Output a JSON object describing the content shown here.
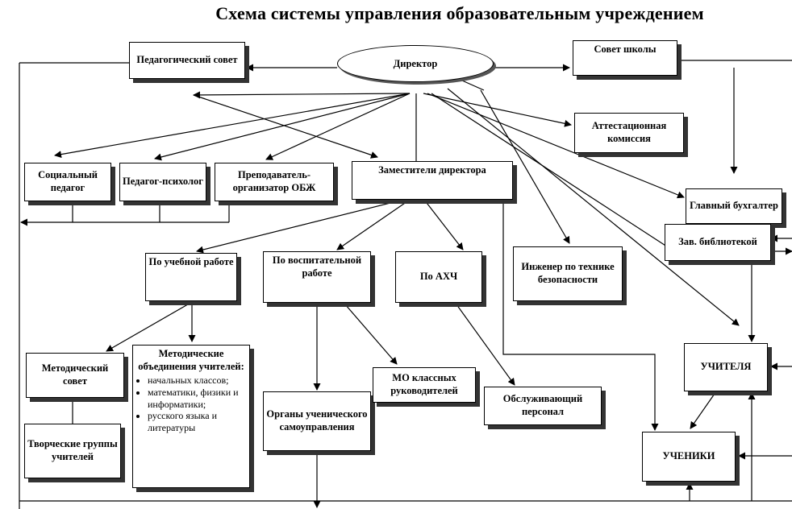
{
  "title": "Схема системы управления образовательным учреждением",
  "nodes": {
    "director": "Директор",
    "ped_council": "Педагогический совет",
    "school_council": "Совет школы",
    "attestation": "Аттестационная комиссия",
    "social": "Социальный педагог",
    "psych": "Педагог-психолог",
    "obzh": "Преподаватель-организатор ОБЖ",
    "deputies": "Заместители директора",
    "accountant": "Главный бухгалтер",
    "library": "Зав. библиотекой",
    "study": "По учебной работе",
    "upbringing": "По воспитательной работе",
    "ahch": "По АХЧ",
    "safety": "Инженер по технике безопасности",
    "method_council": "Методический совет",
    "method_assoc": "Методические объединения учителей:",
    "creative": "Творческие группы учителей",
    "self_gov": "Органы ученического самоуправления",
    "mo_class": "МО классных руководителей",
    "service": "Обслуживающий персонал",
    "teachers": "УЧИТЕЛЯ",
    "students": "УЧЕНИКИ"
  },
  "method_assoc_items": [
    "начальных классов;",
    "математики, физики и информатики;",
    "русского языка и литературы"
  ]
}
